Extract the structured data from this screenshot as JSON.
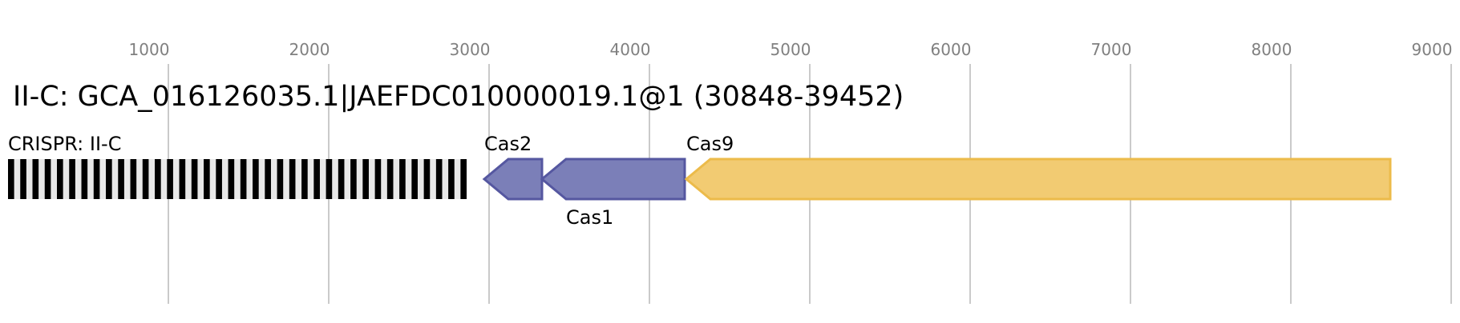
{
  "title": "II-C: GCA_016126035.1|JAEFDC010000019.1@1 (30848-39452)",
  "axis": {
    "ticks": [
      1000,
      2000,
      3000,
      4000,
      5000,
      6000,
      7000,
      8000,
      9000
    ],
    "tick_labels": [
      "1000",
      "2000",
      "3000",
      "4000",
      "5000",
      "6000",
      "7000",
      "8000",
      "9000"
    ],
    "range": [
      0,
      9000
    ],
    "grid": true
  },
  "crispr": {
    "label": "CRISPR: II-C",
    "start": 0,
    "end": 2860,
    "repeat_count": 38,
    "color": "#000000"
  },
  "genes": [
    {
      "name": "Cas2",
      "start": 2970,
      "end": 3330,
      "strand": "-",
      "color": "#7b7fb8",
      "stroke": "#5557a0",
      "label_pos": "above"
    },
    {
      "name": "Cas1",
      "start": 3330,
      "end": 4220,
      "strand": "-",
      "color": "#7b7fb8",
      "stroke": "#5557a0",
      "label_pos": "below"
    },
    {
      "name": "Cas9",
      "start": 4230,
      "end": 8620,
      "strand": "-",
      "color": "#f2cb72",
      "stroke": "#ecbb4a",
      "label_pos": "above"
    }
  ]
}
